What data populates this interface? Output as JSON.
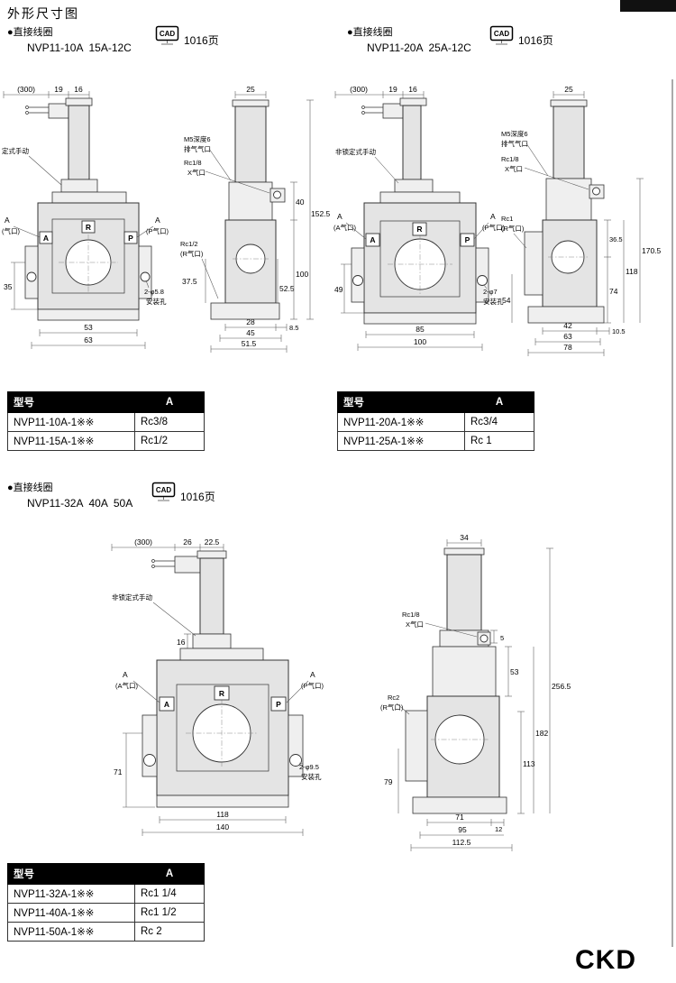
{
  "page": {
    "title": "外形尺寸图",
    "brand": "CKD"
  },
  "sections": {
    "s1": {
      "label_full": "●直接线圈",
      "models": "NVP11-10A  15A-12C",
      "cad": "CAD",
      "page_ref": "1016页"
    },
    "s2": {
      "label_full": "●直接线圈",
      "models": "NVP11-20A  25A-12C",
      "cad": "CAD",
      "page_ref": "1016页"
    },
    "s3": {
      "label_full": "●直接线圈",
      "models": "NVP11-32A  40A  50A",
      "cad": "CAD",
      "page_ref": "1016页"
    }
  },
  "tables": {
    "t1": {
      "col_model": "型号",
      "col_a": "A",
      "rows": [
        {
          "model": "NVP11-10A-1※※",
          "a": "Rc3/8"
        },
        {
          "model": "NVP11-15A-1※※",
          "a": "Rc1/2"
        }
      ]
    },
    "t2": {
      "col_model": "型号",
      "col_a": "A",
      "rows": [
        {
          "model": "NVP11-20A-1※※",
          "a": "Rc3/4"
        },
        {
          "model": "NVP11-25A-1※※",
          "a": "Rc 1"
        }
      ]
    },
    "t3": {
      "col_model": "型号",
      "col_a": "A",
      "rows": [
        {
          "model": "NVP11-32A-1※※",
          "a": "Rc1 1/4"
        },
        {
          "model": "NVP11-40A-1※※",
          "a": "Rc1 1/2"
        },
        {
          "model": "NVP11-50A-1※※",
          "a": "Rc 2"
        }
      ]
    }
  },
  "drawings": {
    "d1": {
      "dim_300": "(300)",
      "dim_19": "19",
      "dim_16": "16",
      "manual": "定式手动",
      "a_left": "A",
      "a_left_port": "(气口)",
      "port_a": "A",
      "port_r": "R",
      "port_p": "P",
      "a_right": "A",
      "p_port": "(P气口)",
      "holes": "2-φ5.8",
      "holes_label": "安装孔",
      "dim_35": "35",
      "dim_53": "53",
      "dim_63": "63"
    },
    "d2": {
      "dim_25": "25",
      "m5": "M5深度6",
      "exhaust": "排气气口",
      "rc18": "Rc1/8",
      "x_port": "X气口",
      "rc12": "Rc1/2",
      "r_port": "(R气口)",
      "dim_1525": "152.5",
      "dim_40": "40",
      "dim_100": "100",
      "dim_525": "52.5",
      "dim_375": "37.5",
      "dim_28": "28",
      "dim_85": "8.5",
      "dim_45": "45",
      "dim_515": "51.5"
    },
    "d3": {
      "dim_300": "(300)",
      "dim_19": "19",
      "dim_16": "16",
      "manual": "非锁定式手动",
      "a_left": "A",
      "a_left_port": "(A气口)",
      "port_a": "A",
      "port_r": "R",
      "port_p": "P",
      "a_right": "A",
      "p_port": "(P气口)",
      "holes": "2-φ7",
      "holes_label": "安装孔",
      "dim_49": "49",
      "dim_85": "85",
      "dim_100": "100"
    },
    "d4": {
      "dim_25": "25",
      "m5": "M5深度6",
      "exhaust": "排气气口",
      "rc18": "Rc1/8",
      "x_port": "X气口",
      "rc1": "Rc1",
      "r_port": "(R气口)",
      "dim_365": "36.5",
      "dim_1705": "170.5",
      "dim_118": "118",
      "dim_74": "74",
      "dim_54": "54",
      "dim_42": "42",
      "dim_105": "10.5",
      "dim_63": "63",
      "dim_78": "78"
    },
    "d5": {
      "dim_300": "(300)",
      "dim_26": "26",
      "dim_225": "22.5",
      "manual": "非锁定式手动",
      "dim_16": "16",
      "a_left": "A",
      "a_left_port": "(A气口)",
      "port_a": "A",
      "port_r": "R",
      "port_p": "P",
      "a_right": "A",
      "p_port": "(P气口)",
      "holes": "2-φ9.5",
      "holes_label": "安装孔",
      "dim_71": "71",
      "dim_118": "118",
      "dim_140": "140"
    },
    "d6": {
      "dim_34": "34",
      "dim_5": "5",
      "rc18": "Rc1/8",
      "x_port": "X气口",
      "rc2": "Rc2",
      "r_port": "(R气口)",
      "dim_53": "53",
      "dim_2565": "256.5",
      "dim_182": "182",
      "dim_113": "113",
      "dim_79": "79",
      "dim_71": "71",
      "dim_12": "12",
      "dim_95": "95",
      "dim_1125": "112.5"
    }
  }
}
